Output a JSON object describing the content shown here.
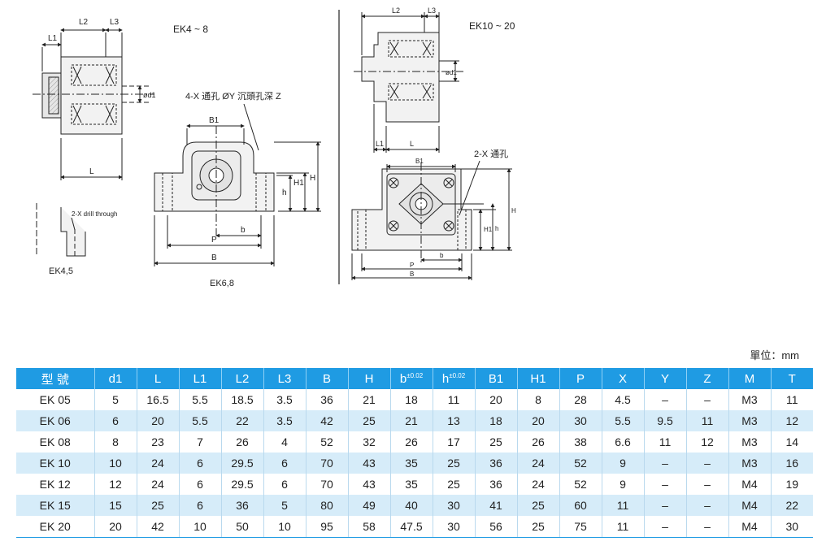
{
  "drawings": {
    "ek4_8_side": {
      "title": "EK4 ~ 8",
      "l1": "L1",
      "l2": "L2",
      "l3": "L3",
      "l": "L",
      "d1": "ød1"
    },
    "ek4_8_front": {
      "note": "4-X 通孔 ØY 沉頭孔深 Z",
      "b1": "B1",
      "h": "h",
      "h1": "H1",
      "h_big": "H",
      "b": "b",
      "p": "P",
      "b_big": "B",
      "caption": "EK6,8"
    },
    "ek4_5_detail": {
      "note": "2-X drill through",
      "caption": "EK4,5"
    },
    "ek10_20_side": {
      "title": "EK10 ~ 20",
      "l2": "L2",
      "l3": "L3",
      "l1": "L1",
      "l": "L",
      "d1": "ød1"
    },
    "ek10_20_front": {
      "note": "2-X 通孔",
      "b1": "B1",
      "h_big": "H",
      "h1": "H1",
      "h": "h",
      "b": "b",
      "p": "P",
      "b_big": "B"
    }
  },
  "unit_label": "單位：mm",
  "table": {
    "headers": [
      {
        "label": "型 號"
      },
      {
        "label": "d1"
      },
      {
        "label": "L"
      },
      {
        "label": "L1"
      },
      {
        "label": "L2"
      },
      {
        "label": "L3"
      },
      {
        "label": "B"
      },
      {
        "label": "H"
      },
      {
        "label": "b",
        "tol": "±0.02"
      },
      {
        "label": "h",
        "tol": "±0.02"
      },
      {
        "label": "B1"
      },
      {
        "label": "H1"
      },
      {
        "label": "P"
      },
      {
        "label": "X"
      },
      {
        "label": "Y"
      },
      {
        "label": "Z"
      },
      {
        "label": "M"
      },
      {
        "label": "T"
      }
    ],
    "rows": [
      [
        "EK 05",
        "5",
        "16.5",
        "5.5",
        "18.5",
        "3.5",
        "36",
        "21",
        "18",
        "11",
        "20",
        "8",
        "28",
        "4.5",
        "–",
        "–",
        "M3",
        "11"
      ],
      [
        "EK 06",
        "6",
        "20",
        "5.5",
        "22",
        "3.5",
        "42",
        "25",
        "21",
        "13",
        "18",
        "20",
        "30",
        "5.5",
        "9.5",
        "11",
        "M3",
        "12"
      ],
      [
        "EK 08",
        "8",
        "23",
        "7",
        "26",
        "4",
        "52",
        "32",
        "26",
        "17",
        "25",
        "26",
        "38",
        "6.6",
        "11",
        "12",
        "M3",
        "14"
      ],
      [
        "EK 10",
        "10",
        "24",
        "6",
        "29.5",
        "6",
        "70",
        "43",
        "35",
        "25",
        "36",
        "24",
        "52",
        "9",
        "–",
        "–",
        "M3",
        "16"
      ],
      [
        "EK 12",
        "12",
        "24",
        "6",
        "29.5",
        "6",
        "70",
        "43",
        "35",
        "25",
        "36",
        "24",
        "52",
        "9",
        "–",
        "–",
        "M4",
        "19"
      ],
      [
        "EK 15",
        "15",
        "25",
        "6",
        "36",
        "5",
        "80",
        "49",
        "40",
        "30",
        "41",
        "25",
        "60",
        "11",
        "–",
        "–",
        "M4",
        "22"
      ],
      [
        "EK 20",
        "20",
        "42",
        "10",
        "50",
        "10",
        "95",
        "58",
        "47.5",
        "30",
        "56",
        "25",
        "75",
        "11",
        "–",
        "–",
        "M4",
        "30"
      ]
    ]
  }
}
